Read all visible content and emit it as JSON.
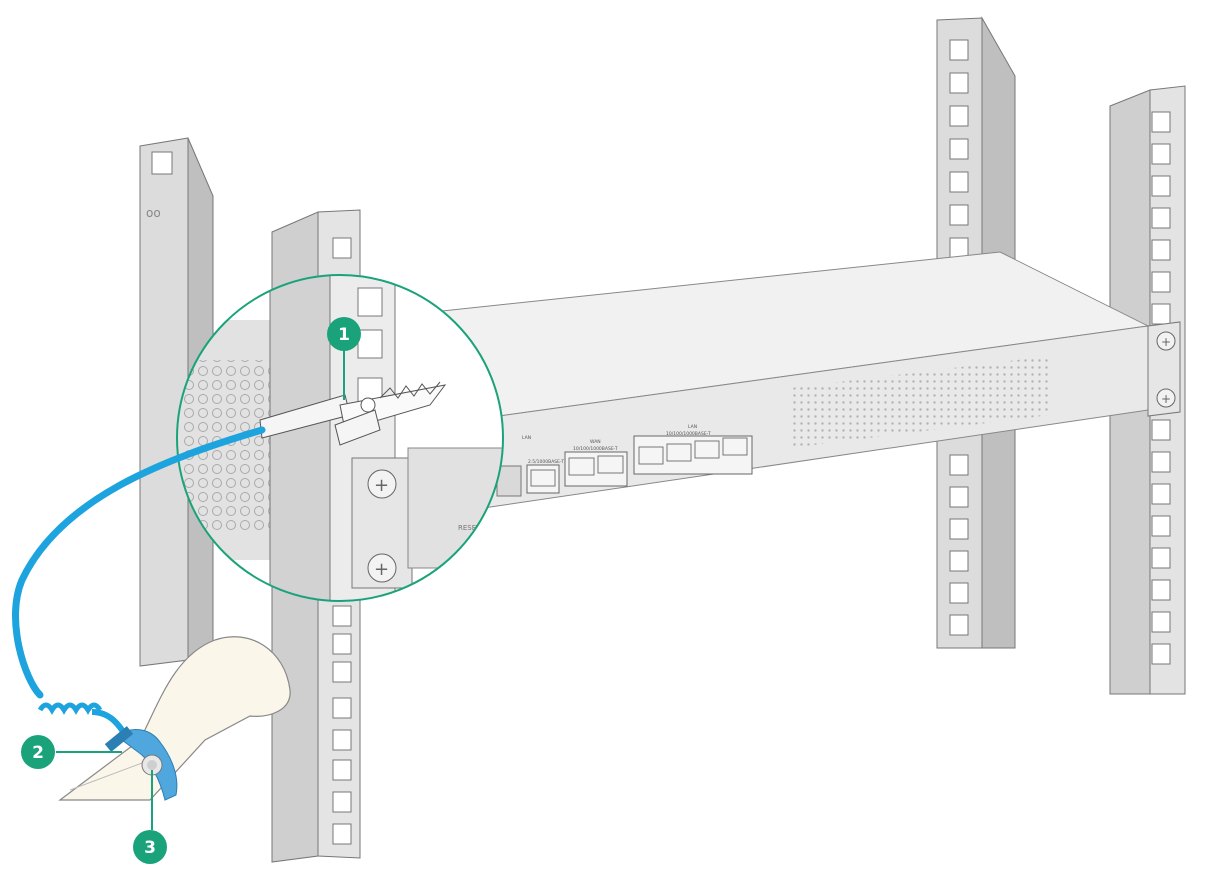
{
  "callouts": [
    {
      "id": "1",
      "label": "1"
    },
    {
      "id": "2",
      "label": "2"
    },
    {
      "id": "3",
      "label": "3"
    }
  ],
  "front_panel": {
    "lan_group_left": "LAN",
    "port_label_2_5g": "2.5/1000BASE-T",
    "wan_group": "WAN",
    "wan_port_label": "10/100/1000BASE-T",
    "lan_group_right": "LAN",
    "lan_port_label": "10/100/1000BASE-T",
    "reset_label": "RESET"
  },
  "colors": {
    "callout": "#1aa37a",
    "cable": "#1da3de",
    "wrist_strap": "#4fa7de",
    "rack": "#d9d9d9",
    "chassis": "#e6e6e6"
  }
}
